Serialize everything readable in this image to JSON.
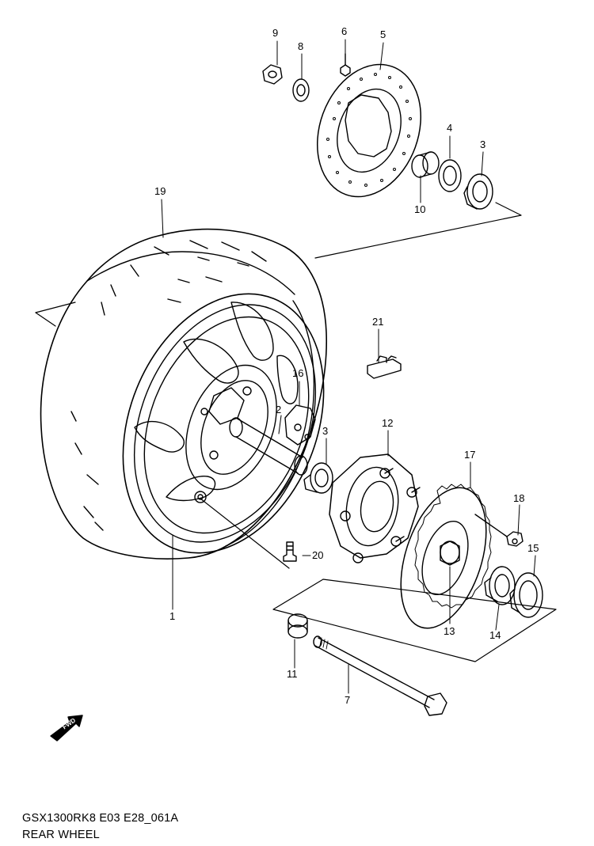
{
  "callouts": {
    "c1": "1",
    "c2": "2",
    "c3a": "3",
    "c3b": "3",
    "c4": "4",
    "c5": "5",
    "c6": "6",
    "c7": "7",
    "c8": "8",
    "c9": "9",
    "c10": "10",
    "c11": "11",
    "c12": "12",
    "c13": "13",
    "c14": "14",
    "c15": "15",
    "c16": "16",
    "c17": "17",
    "c18": "18",
    "c19": "19",
    "c20": "20",
    "c21": "21"
  },
  "caption": {
    "code": "GSX1300RK8 E03 E28_061A",
    "title": "REAR WHEEL"
  },
  "fwd_label": "FWD"
}
